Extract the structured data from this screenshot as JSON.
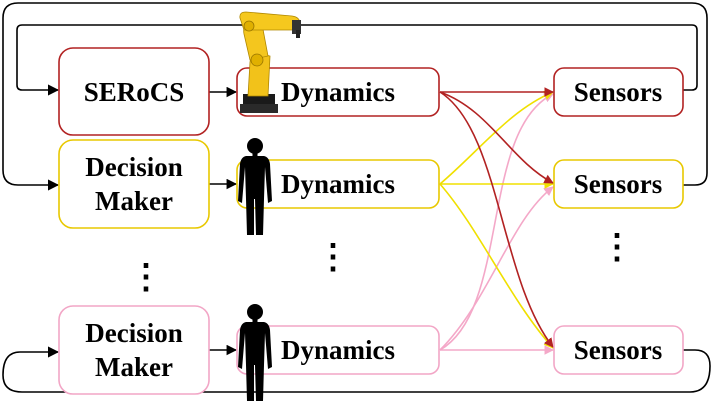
{
  "boxes": {
    "serocs": "SERoCS",
    "decision_1_line1": "Decision",
    "decision_1_line2": "Maker",
    "decision_2_line1": "Decision",
    "decision_2_line2": "Maker",
    "dynamics_robot": "Dynamics",
    "dynamics_human_1": "Dynamics",
    "dynamics_human_2": "Dynamics",
    "sensors_1": "Sensors",
    "sensors_2": "Sensors",
    "sensors_3": "Sensors"
  },
  "colors": {
    "robot": "#b22222",
    "human_1": "#e8c800",
    "human_2": "#f2a6c6",
    "arrow": "#000000"
  },
  "icons": [
    "robot-arm-icon",
    "human-silhouette-icon",
    "human-silhouette-icon"
  ],
  "ellipsis": "⋮"
}
